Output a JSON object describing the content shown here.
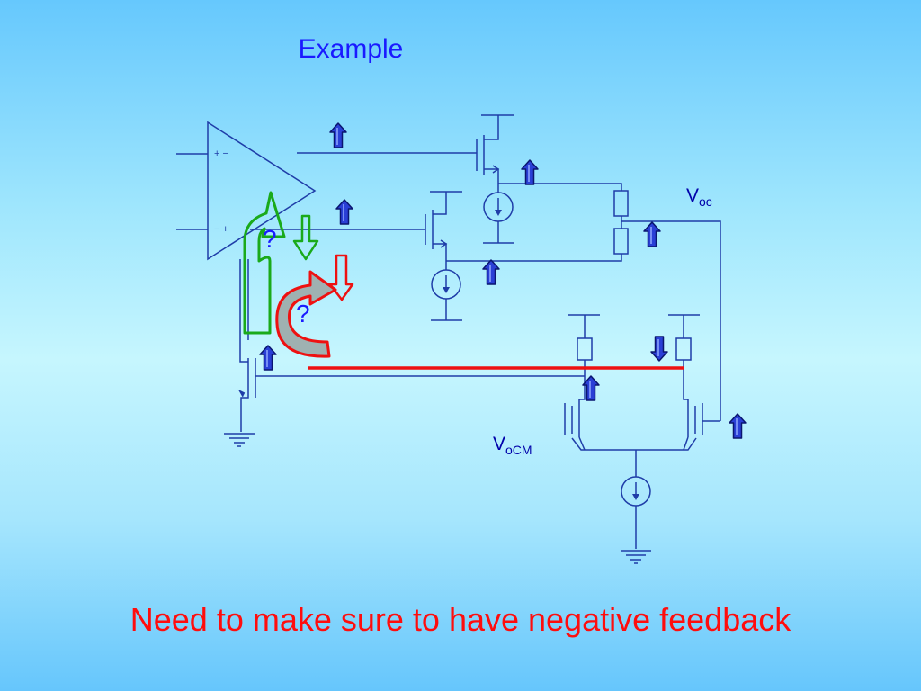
{
  "title": "Example",
  "caption": "Need to make sure to have negative feedback",
  "labels": {
    "voc": {
      "main": "V",
      "sub": "oc"
    },
    "vocm": {
      "main": "V",
      "sub": "oCM"
    }
  },
  "question_marks": [
    "?",
    "?"
  ],
  "opamp_terminal_signs": {
    "top": "+ −",
    "bottom": "− +"
  },
  "colors": {
    "background_top": "#66c8fd",
    "background_mid": "#c6f6fe",
    "title": "#1a1aff",
    "caption": "#ff0d0d",
    "wire": "#1f3da8",
    "arrow_fill": "#2a3fd6",
    "feedback_green": "#1aaa1a",
    "feedback_red": "#ee1111",
    "feedback_gray": "#9fb1b1"
  },
  "icons": [
    "up-arrow-icon",
    "down-arrow-icon",
    "ground-icon",
    "current-source-icon",
    "resistor-icon",
    "transistor-icon",
    "opamp-icon"
  ]
}
